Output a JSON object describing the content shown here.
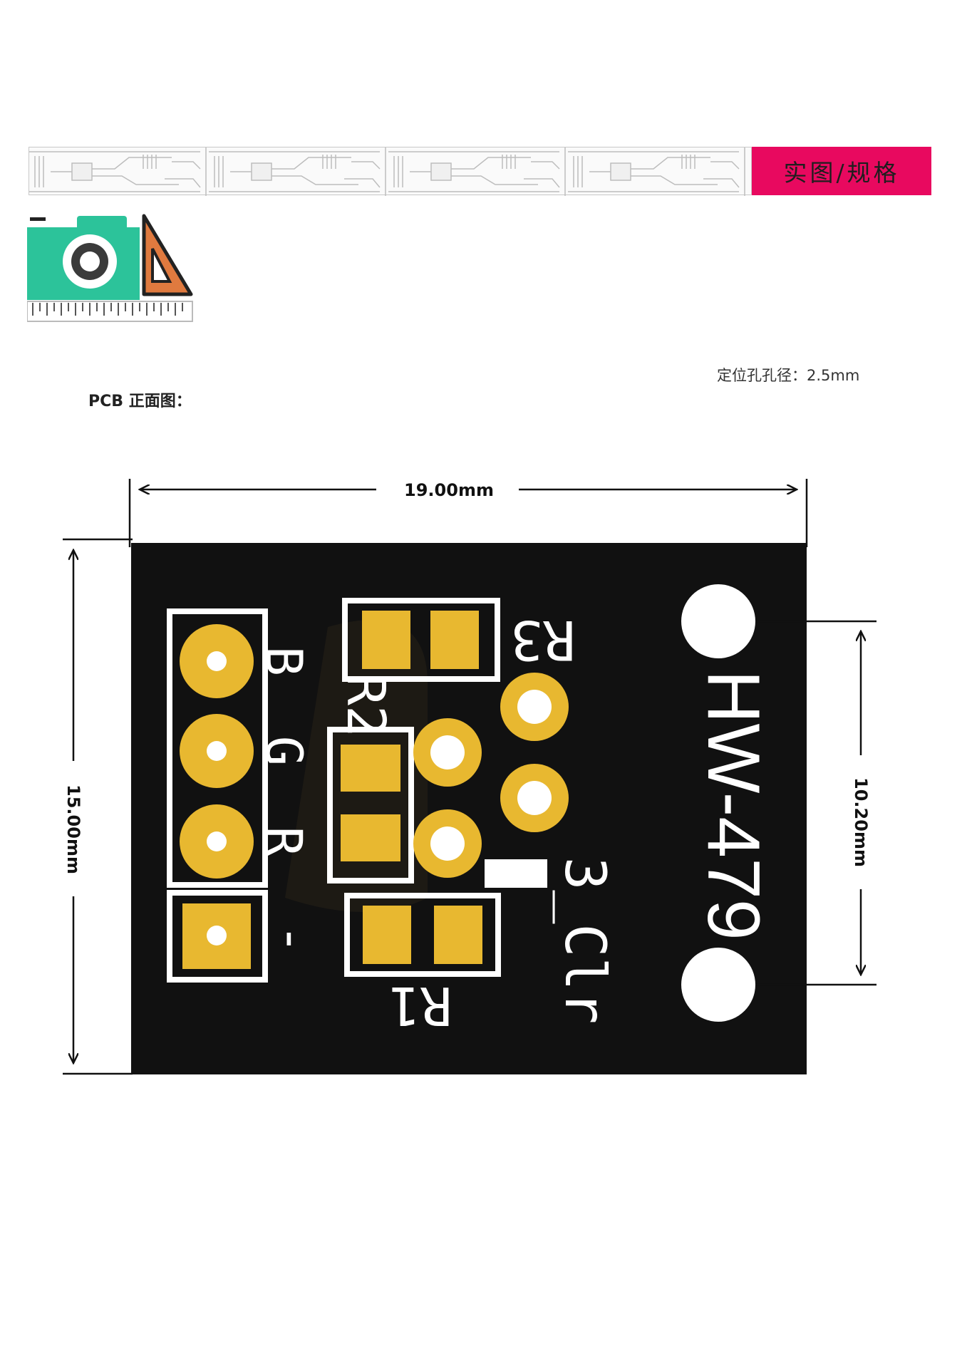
{
  "header": {
    "title": "实图/规格",
    "accent_color": "#e8095f"
  },
  "logo": {
    "icon": "camera-ruler-icon"
  },
  "spec_note": "定位孔孔径：2.5mm",
  "section_label": "PCB 正面图：",
  "dimensions": {
    "width": "19.00mm",
    "height": "15.00mm",
    "hole_spacing": "10.20mm"
  },
  "pcb": {
    "model": "HW-479",
    "part_label": "3_Clr",
    "pin_labels": [
      "B",
      "G",
      "R",
      "-"
    ],
    "resistor_labels": [
      "R1",
      "R2",
      "R3"
    ],
    "board_color": "#111111",
    "pad_color": "#e8b830"
  }
}
